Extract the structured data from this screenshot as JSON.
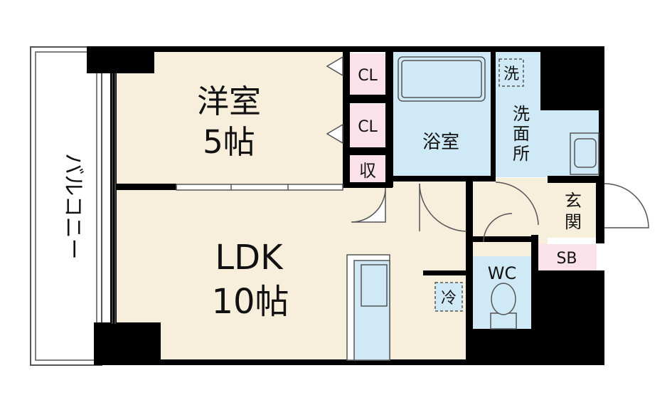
{
  "rooms": {
    "western": {
      "name": "洋室",
      "size": "5帖"
    },
    "ldk": {
      "name": "LDK",
      "size": "10帖"
    },
    "bath": {
      "name": "浴室"
    },
    "washroom": {
      "name_line1": "洗",
      "name_line2": "面",
      "name_line3": "所"
    },
    "entrance": {
      "name_line1": "玄",
      "name_line2": "関"
    },
    "wc": {
      "name": "WC"
    },
    "balcony": {
      "name": "バルコニー"
    }
  },
  "storage": {
    "cl_top": "CL",
    "cl_bottom": "CL",
    "shu": "収",
    "sb": "SB"
  },
  "appliances": {
    "washer": "洗",
    "fridge": "冷"
  },
  "colors": {
    "room_fill": "#f7efdc",
    "wet_fill": "#cfeaf6",
    "storage_fill": "#fae1ea",
    "wall": "#000000",
    "line": "#555555"
  }
}
